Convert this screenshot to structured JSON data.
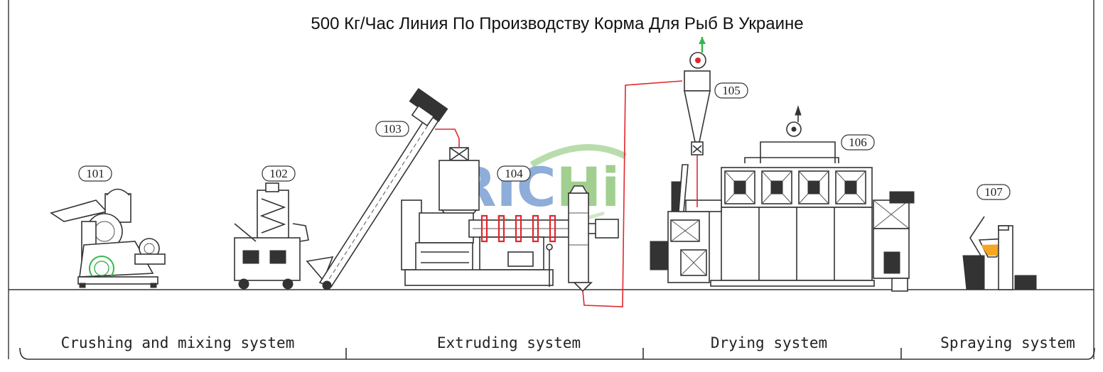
{
  "title": "500 Кг/Час Линия По Производству Корма Для Рыб В Украине",
  "logo": {
    "text_a": "RIC",
    "text_b": "Hi"
  },
  "colors": {
    "pipe": "#e2262b",
    "logo_blue": "#5b87c6",
    "logo_green": "#76b95c",
    "oil": "#f5a623",
    "ink": "#333333"
  },
  "machines": [
    {
      "id": "101",
      "label": "101"
    },
    {
      "id": "102",
      "label": "102"
    },
    {
      "id": "103",
      "label": "103"
    },
    {
      "id": "104",
      "label": "104"
    },
    {
      "id": "105",
      "label": "105"
    },
    {
      "id": "106",
      "label": "106"
    },
    {
      "id": "107",
      "label": "107"
    }
  ],
  "systems": [
    {
      "label": "Crushing and mixing system"
    },
    {
      "label": "Extruding system"
    },
    {
      "label": "Drying system"
    },
    {
      "label": "Spraying system"
    }
  ]
}
